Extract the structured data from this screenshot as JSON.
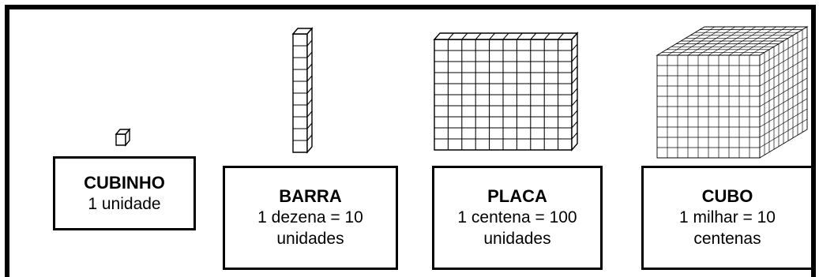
{
  "pieces": [
    {
      "title": "CUBINHO",
      "description": "1 unidade"
    },
    {
      "title": "BARRA",
      "description": "1 dezena = 10 unidades"
    },
    {
      "title": "PLACA",
      "description": "1 centena = 100 unidades"
    },
    {
      "title": "CUBO",
      "description": "1 milhar = 10 centenas"
    }
  ]
}
